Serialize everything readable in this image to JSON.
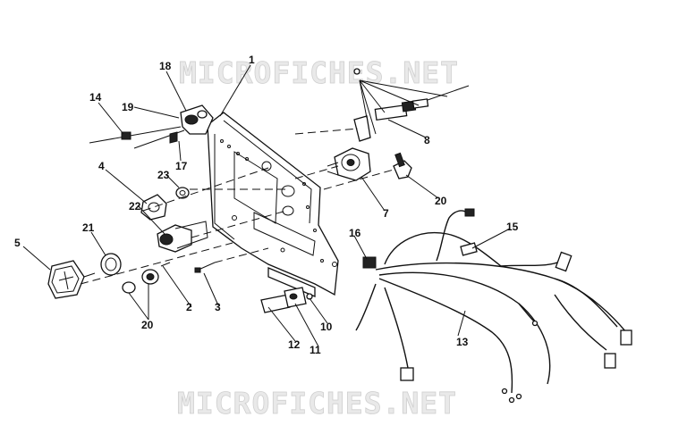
{
  "watermark": {
    "top": "MICROFICHES.NET",
    "bottom": "MICROFICHES.NET"
  },
  "callouts": {
    "c1": "1",
    "c2": "2",
    "c3": "3",
    "c4": "4",
    "c5": "5",
    "c7": "7",
    "c8": "8",
    "c10": "10",
    "c11": "11",
    "c12": "12",
    "c13": "13",
    "c14": "14",
    "c15": "15",
    "c16": "16",
    "c17": "17",
    "c18": "18",
    "c19": "19",
    "c20a": "20",
    "c20b": "20",
    "c21": "21",
    "c22": "22",
    "c23": "23"
  }
}
